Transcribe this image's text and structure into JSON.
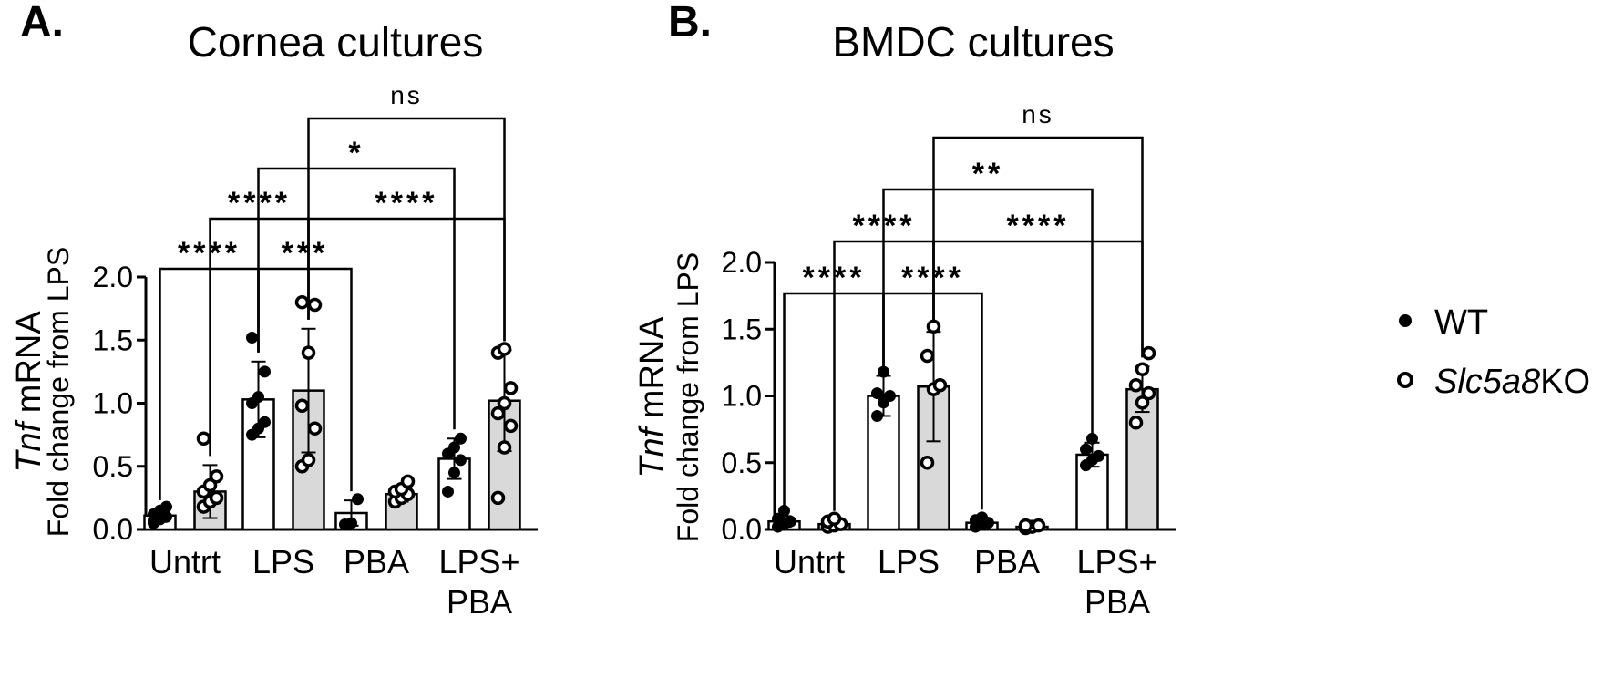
{
  "chart_data": [
    {
      "panel": "A.",
      "type": "bar",
      "title": "Cornea cultures",
      "ylabel_italic": "Tnf",
      "ylabel_normal": " mRNA",
      "ylabel2": "Fold change from LPS",
      "ylim": [
        0,
        2.0
      ],
      "yticks": [
        "0.0",
        "0.5",
        "1.0",
        "1.5",
        "2.0"
      ],
      "categories": [
        [
          "Untrt"
        ],
        [
          "LPS"
        ],
        [
          "PBA"
        ],
        [
          "LPS+",
          "PBA"
        ]
      ],
      "series": [
        {
          "name": "WT",
          "values": [
            0.11,
            1.03,
            0.13,
            0.56
          ],
          "errors": [
            0.05,
            0.3,
            0.1,
            0.16
          ],
          "points": [
            [
              0.05,
              0.08,
              0.1,
              0.12,
              0.15,
              0.18,
              0.07
            ],
            [
              0.75,
              0.8,
              0.85,
              1.0,
              1.05,
              1.25,
              1.52
            ],
            [
              0.04,
              0.05,
              0.24
            ],
            [
              0.3,
              0.45,
              0.55,
              0.6,
              0.65,
              0.72
            ]
          ]
        },
        {
          "name": "Slc5a8KO",
          "name_italic": "Slc5a8",
          "name_normal": "KO",
          "values": [
            0.3,
            1.1,
            0.28,
            1.02
          ],
          "errors": [
            0.21,
            0.49,
            0.06,
            0.4
          ],
          "points": [
            [
              0.18,
              0.22,
              0.25,
              0.3,
              0.35,
              0.42,
              0.72
            ],
            [
              0.5,
              0.55,
              0.8,
              0.98,
              1.4,
              1.78,
              1.8
            ],
            [
              0.22,
              0.25,
              0.28,
              0.3,
              0.32,
              0.38
            ],
            [
              0.25,
              0.65,
              0.82,
              0.92,
              1.0,
              1.12,
              1.4,
              1.43
            ]
          ]
        }
      ],
      "brackets": [
        {
          "from": 0,
          "to": 1,
          "level": 0,
          "label": "****"
        },
        {
          "from": 1,
          "to": 2,
          "level": 0,
          "label": "***"
        },
        {
          "from": 0.5,
          "to": 1.5,
          "level": 1,
          "label": "****"
        },
        {
          "from": 1.5,
          "to": 3.5,
          "level": 1,
          "label": "****"
        },
        {
          "from": 1,
          "to": 3,
          "level": 2,
          "label": "*"
        },
        {
          "from": 1.5,
          "to": 3.5,
          "level": 3,
          "label": "ns"
        }
      ]
    },
    {
      "panel": "B.",
      "type": "bar",
      "title": "BMDC cultures",
      "ylabel_italic": "Tnf",
      "ylabel_normal": " mRNA",
      "ylabel2": "Fold change from LPS",
      "ylim": [
        0,
        2.0
      ],
      "yticks": [
        "0.0",
        "0.5",
        "1.0",
        "1.5",
        "2.0"
      ],
      "categories": [
        [
          "Untrt"
        ],
        [
          "LPS"
        ],
        [
          "PBA"
        ],
        [
          "LPS+",
          "PBA"
        ]
      ],
      "series": [
        {
          "name": "WT",
          "values": [
            0.06,
            1.0,
            0.05,
            0.56
          ],
          "errors": [
            0.04,
            0.15,
            0.03,
            0.09
          ],
          "points": [
            [
              0.02,
              0.04,
              0.06,
              0.08,
              0.14
            ],
            [
              0.85,
              0.95,
              1.0,
              1.02,
              1.18
            ],
            [
              0.02,
              0.04,
              0.05,
              0.07,
              0.09
            ],
            [
              0.48,
              0.52,
              0.55,
              0.6,
              0.68
            ]
          ]
        },
        {
          "name": "Slc5a8KO",
          "name_italic": "Slc5a8",
          "name_normal": "KO",
          "values": [
            0.04,
            1.07,
            0.02,
            1.05
          ],
          "errors": [
            0.03,
            0.41,
            0.01,
            0.17
          ],
          "points": [
            [
              0.02,
              0.03,
              0.04,
              0.06,
              0.08
            ],
            [
              0.5,
              1.05,
              1.08,
              1.3,
              1.52
            ],
            [
              0.01,
              0.02,
              0.03,
              0.03
            ],
            [
              0.8,
              0.95,
              1.02,
              1.08,
              1.2,
              1.32
            ]
          ]
        }
      ],
      "brackets": [
        {
          "from": 0,
          "to": 1,
          "level": 0,
          "label": "****"
        },
        {
          "from": 1,
          "to": 2,
          "level": 0,
          "label": "****"
        },
        {
          "from": 0.5,
          "to": 1.5,
          "level": 1,
          "label": "****"
        },
        {
          "from": 1.5,
          "to": 3.5,
          "level": 1,
          "label": "****"
        },
        {
          "from": 1,
          "to": 3,
          "level": 2,
          "label": "**"
        },
        {
          "from": 1.5,
          "to": 3.5,
          "level": 3,
          "label": "ns"
        }
      ]
    }
  ],
  "legend": {
    "items": [
      {
        "label": "WT",
        "marker": "filled-circle"
      },
      {
        "label_italic": "Slc5a8",
        "label_normal": "KO",
        "marker": "open-circle"
      }
    ]
  },
  "colors": {
    "wt_bar": "#ffffff",
    "ko_bar": "#d9d9d9",
    "ink": "#000000"
  }
}
